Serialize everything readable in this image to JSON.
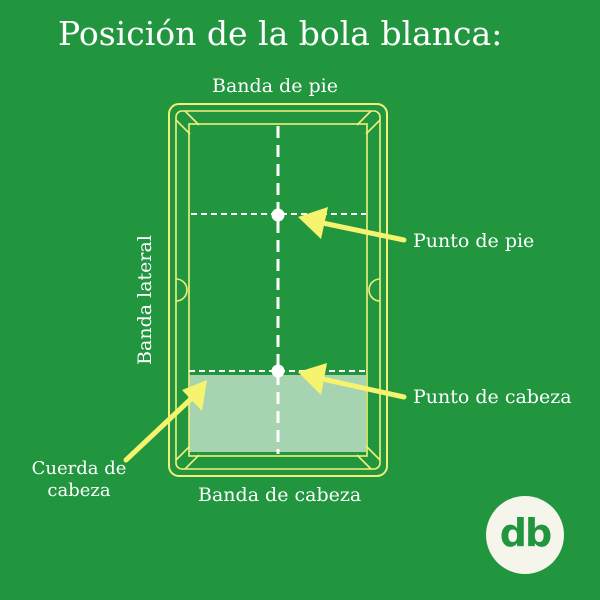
{
  "title": "Posición de la bola blanca:",
  "labels": {
    "foot_rail": "Banda de pie",
    "head_rail": "Banda de cabeza",
    "side_rail": "Banda lateral",
    "foot_spot": "Punto de pie",
    "head_spot": "Punto de cabeza",
    "head_string": "Cuerda de cabeza"
  },
  "logo": {
    "text": "db"
  },
  "colors": {
    "background": "#21963f",
    "table_outline": "#f2f07a",
    "arrow": "#f6f36e",
    "kitchen": "#a6d4b0",
    "lines": "#ffffff",
    "logo_bg": "#f5f5ec"
  }
}
